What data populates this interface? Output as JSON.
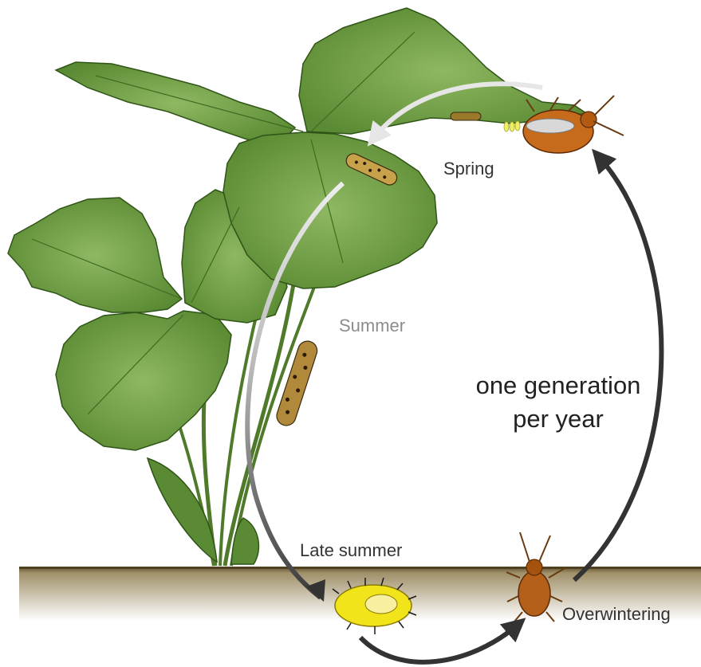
{
  "labels": {
    "spring": "Spring",
    "summer": "Summer",
    "late_summer": "Late summer",
    "overwintering": "Overwintering",
    "generation_line1": "one generation",
    "generation_line2": "per year"
  },
  "colors": {
    "leaf": "#6f9d44",
    "leaf_dark": "#3e6b22",
    "stem": "#4f7a2a",
    "soil_top": "#6b5a33",
    "soil_fade": "#ffffff",
    "beetle": "#c66a1c",
    "pupa": "#f2e41a",
    "arrow_dark": "#333333",
    "arrow_light": "#e6e6e6"
  }
}
